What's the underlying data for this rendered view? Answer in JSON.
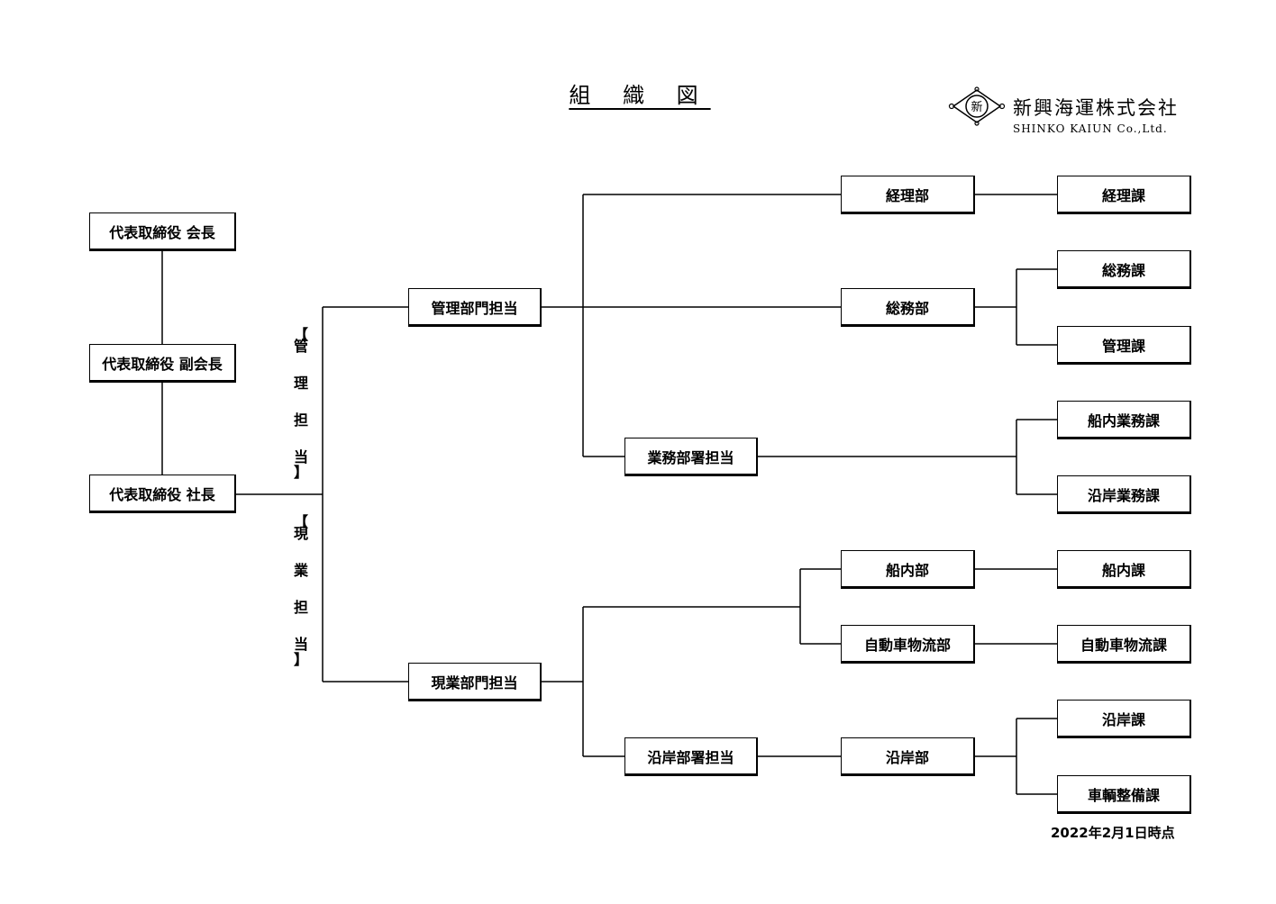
{
  "title": "組 織 図",
  "company": {
    "name_ja": "新興海運株式会社",
    "name_en": "SHINKO KAIUN Co.,Ltd.",
    "logo_char": "新"
  },
  "side_labels": {
    "management": [
      "【",
      "管",
      "理",
      "担",
      "当",
      "】"
    ],
    "operations": [
      "【",
      "現",
      "業",
      "担",
      "当",
      "】"
    ]
  },
  "executives": {
    "chairman": "代表取締役 会長",
    "vice_chairman": "代表取締役 副会長",
    "president": "代表取締役 社長"
  },
  "divisions": {
    "management": "管理部門担当",
    "operations": "現業部門担当",
    "business": "業務部署担当",
    "coastal": "沿岸部署担当"
  },
  "departments": {
    "accounting": "経理部",
    "general_affairs": "総務部",
    "onboard": "船内部",
    "auto_logistics": "自動車物流部",
    "coastal": "沿岸部"
  },
  "sections": {
    "accounting": "経理課",
    "general_affairs": "総務課",
    "administration": "管理課",
    "onboard_business": "船内業務課",
    "coastal_business": "沿岸業務課",
    "onboard": "船内課",
    "auto_logistics": "自動車物流課",
    "coastal": "沿岸課",
    "vehicle_maintenance": "車輌整備課"
  },
  "as_of": "2022年2月1日時点"
}
